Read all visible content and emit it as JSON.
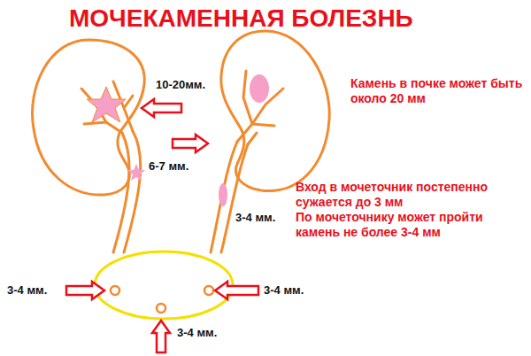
{
  "diagram": {
    "title": "МОЧЕКАМЕННАЯ БОЛЕЗНЬ",
    "labels": [
      "10-20мм.",
      "Камень в почке может быть около 20 мм",
      "6-7 мм.",
      "Вход в мочеточник постепенно сужается до 3 мм",
      "По мочеточнику может пройти камень не более 3-4 мм",
      "3-4 мм.",
      "3-4 мм.",
      "3-4 мм.",
      "3-4 мм."
    ]
  }
}
